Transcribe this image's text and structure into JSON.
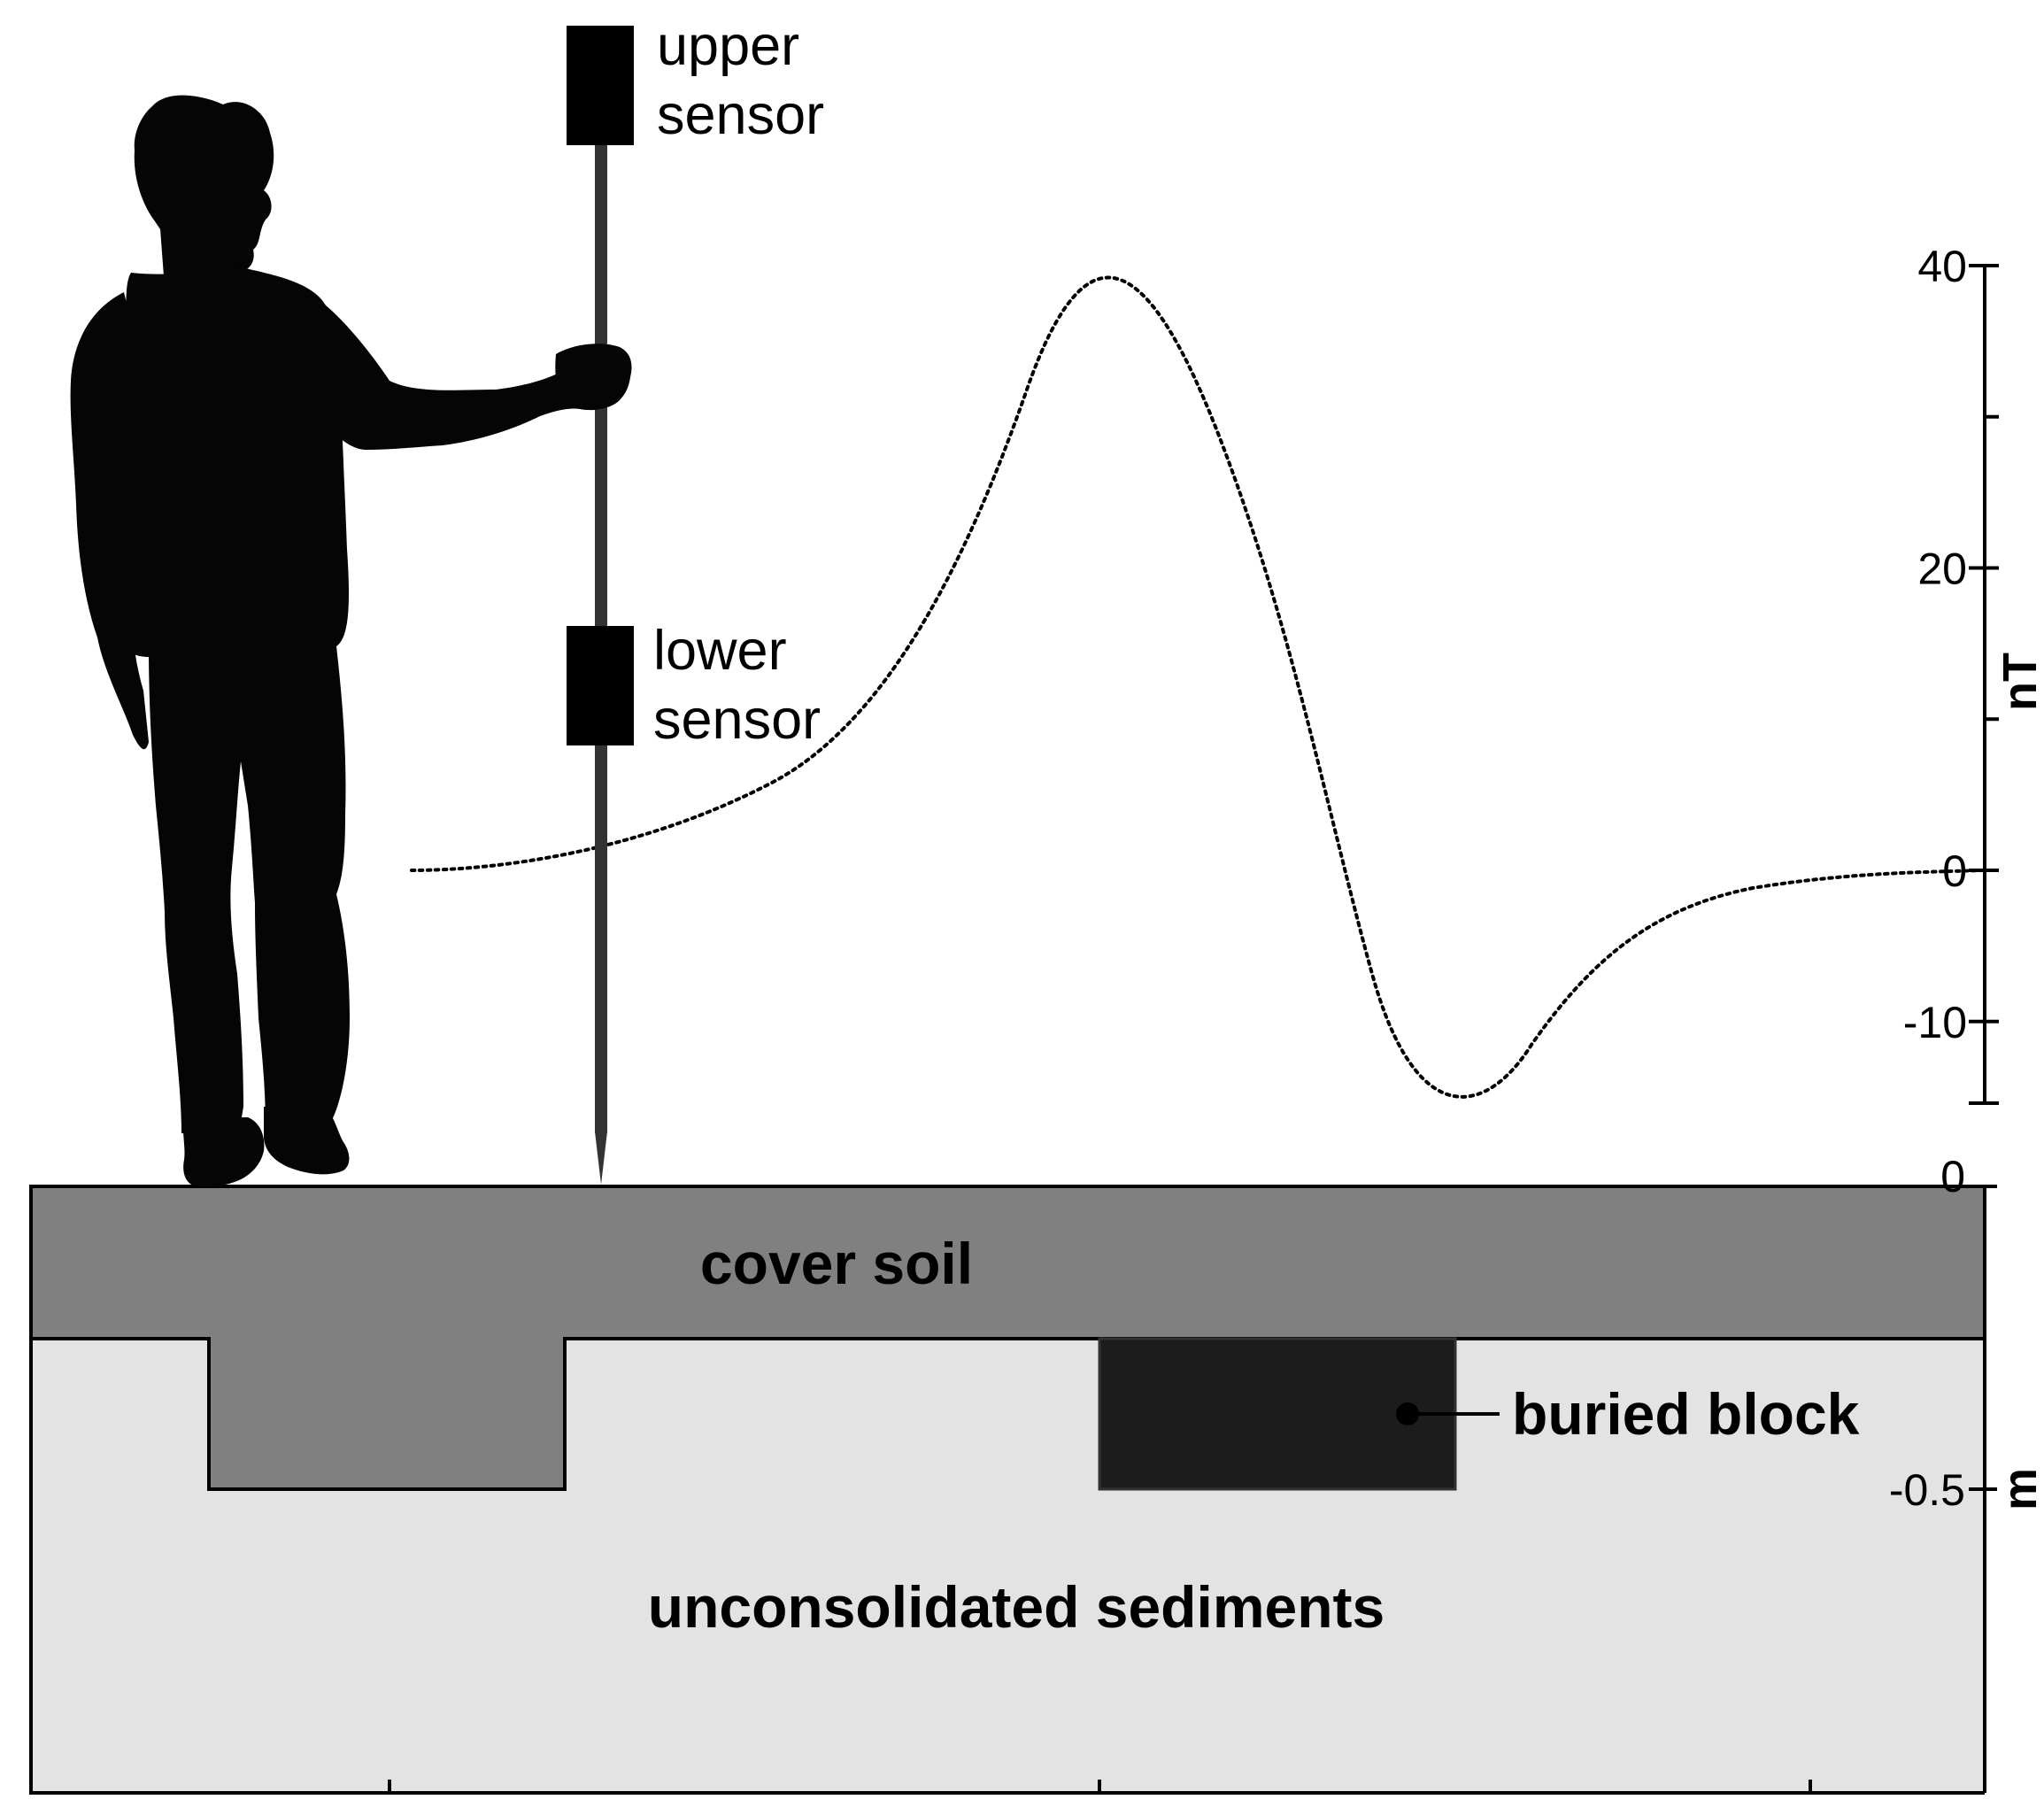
{
  "labels": {
    "upper_sensor": [
      "upper",
      "sensor"
    ],
    "lower_sensor": [
      "lower",
      "sensor"
    ],
    "cover_soil": "cover soil",
    "buried_block": "buried block",
    "sediments": "unconsolidated sediments"
  },
  "signal_axis": {
    "unit": "nT",
    "ticks": [
      {
        "value": 40,
        "label": "40"
      },
      {
        "value": 20,
        "label": "20"
      },
      {
        "value": 0,
        "label": "0"
      },
      {
        "value": -10,
        "label": "-10"
      }
    ],
    "minor_ticks": [
      30,
      10
    ],
    "range": [
      -15,
      40
    ]
  },
  "depth_axis": {
    "unit": "m",
    "ticks": [
      {
        "value": 0,
        "label": "0"
      },
      {
        "value": -0.5,
        "label": "-0.5"
      }
    ],
    "range": [
      -1,
      0
    ]
  },
  "colors": {
    "cover_soil": "#808080",
    "sediments": "#e3e3e3",
    "buried_block": "#1c1c1c",
    "silhouette": "#050505",
    "pole": "#333333"
  },
  "icons": {
    "person": "person-silhouette-icon",
    "instrument": "gradiometer-icon"
  }
}
